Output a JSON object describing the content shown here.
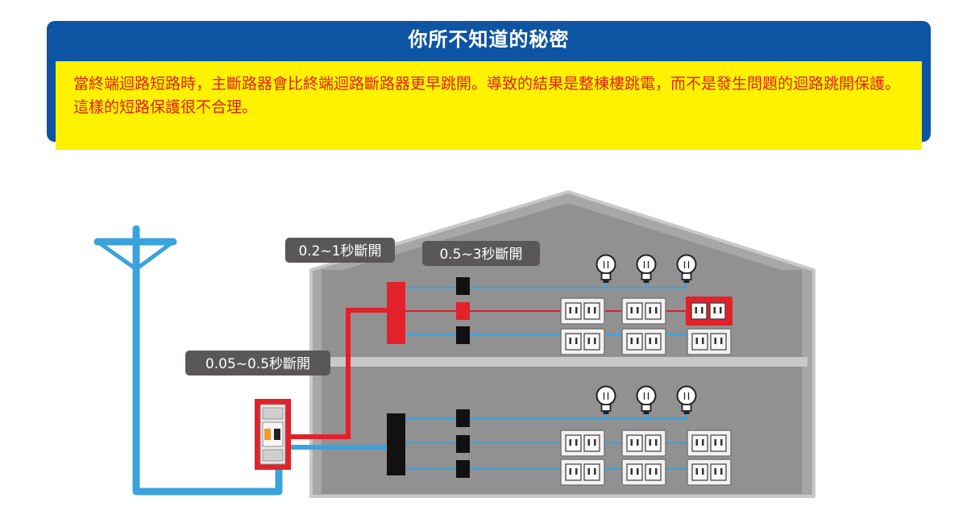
{
  "banner": {
    "title": "你所不知道的秘密",
    "body": "當終端迴路短路時，主斷路器會比終端迴路斷路器更早跳開。導致的結果是整棟樓跳電，而不是發生問題的迴路跳開保護。這樣的短路保護很不合理。"
  },
  "labels": {
    "main_breaker": "0.2~1秒斷開",
    "branch_breaker": "0.5~3秒斷開",
    "service_breaker": "0.05~0.5秒斷開"
  },
  "colors": {
    "banner_blue": "#0d55a3",
    "banner_yellow": "#fff200",
    "banner_text_red": "#e0201a",
    "fault_red": "#e2212a",
    "supply_blue": "#3aa3dc",
    "house_gray": "#a7a7a7",
    "label_dark": "#595757"
  },
  "icons": {
    "pole": "utility-pole-icon",
    "bulb": "light-bulb-icon",
    "outlet": "wall-outlet-icon",
    "panel": "breaker-panel-icon"
  }
}
